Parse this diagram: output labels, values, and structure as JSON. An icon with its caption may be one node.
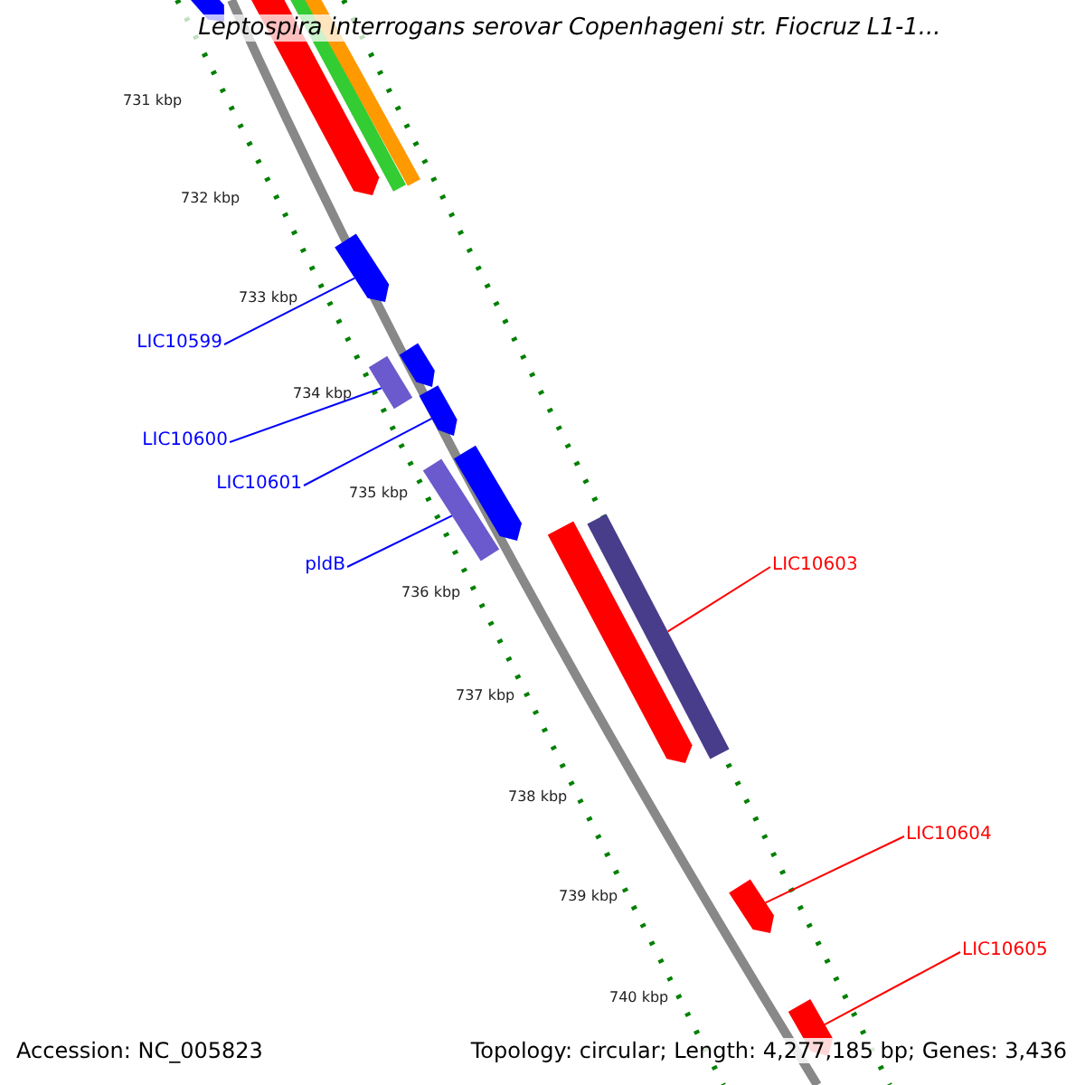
{
  "diagram": {
    "title": "Leptospira interrogans serovar Copenhageni str. Fiocruz L1-1...",
    "nodes": [
      {
        "text": [
          "LIC10599"
        ]
      },
      {
        "text": [
          "LIC10600"
        ]
      },
      {
        "text": [
          "LIC10601"
        ]
      },
      {
        "text": [
          "pldB"
        ]
      },
      {
        "text": [
          "LIC10603"
        ]
      },
      {
        "text": [
          "LIC10604"
        ]
      },
      {
        "text": [
          "LIC10605"
        ]
      },
      {
        "text": [],
        "shape": "bar"
      },
      {
        "text": [],
        "shape": "bar"
      },
      {
        "text": [],
        "shape": "bar"
      },
      {
        "text": [],
        "shape": "bar"
      },
      {
        "text": [],
        "shape": "bar"
      },
      {
        "text": [],
        "shape": "bar"
      },
      {
        "text": [],
        "shape": "bar"
      },
      {
        "text": [],
        "shape": "bar"
      },
      {
        "text": [],
        "shape": "bar"
      },
      {
        "text": [],
        "shape": "bar"
      },
      {
        "text": [],
        "shape": "bar"
      },
      {
        "text": [],
        "shape": "bar"
      },
      {
        "text": [],
        "shape": "bar"
      },
      {
        "text": [],
        "shape": "bar"
      }
    ],
    "edges": [
      {
        "from": 0,
        "to": 11,
        "arrow": "none"
      },
      {
        "from": 1,
        "to": 12,
        "arrow": "none"
      },
      {
        "from": 2,
        "to": 14,
        "arrow": "none"
      },
      {
        "from": 3,
        "to": 15,
        "arrow": "none"
      },
      {
        "from": 4,
        "to": 18,
        "arrow": "none",
        "color": "#ff0000"
      },
      {
        "from": 5,
        "to": 19,
        "arrow": "none",
        "color": "#ff0000"
      },
      {
        "from": 6,
        "to": 20,
        "arrow": "none",
        "color": "#ff0000"
      }
    ],
    "labels": [
      "731 kbp",
      "732 kbp",
      "733 kbp",
      "734 kbp",
      "735 kbp",
      "736 kbp",
      "737 kbp",
      "738 kbp",
      "739 kbp",
      "740 kbp",
      "Accession: NC_005823",
      "Topology: circular; Length: 4,277,185 bp; Genes: 3,436"
    ]
  }
}
